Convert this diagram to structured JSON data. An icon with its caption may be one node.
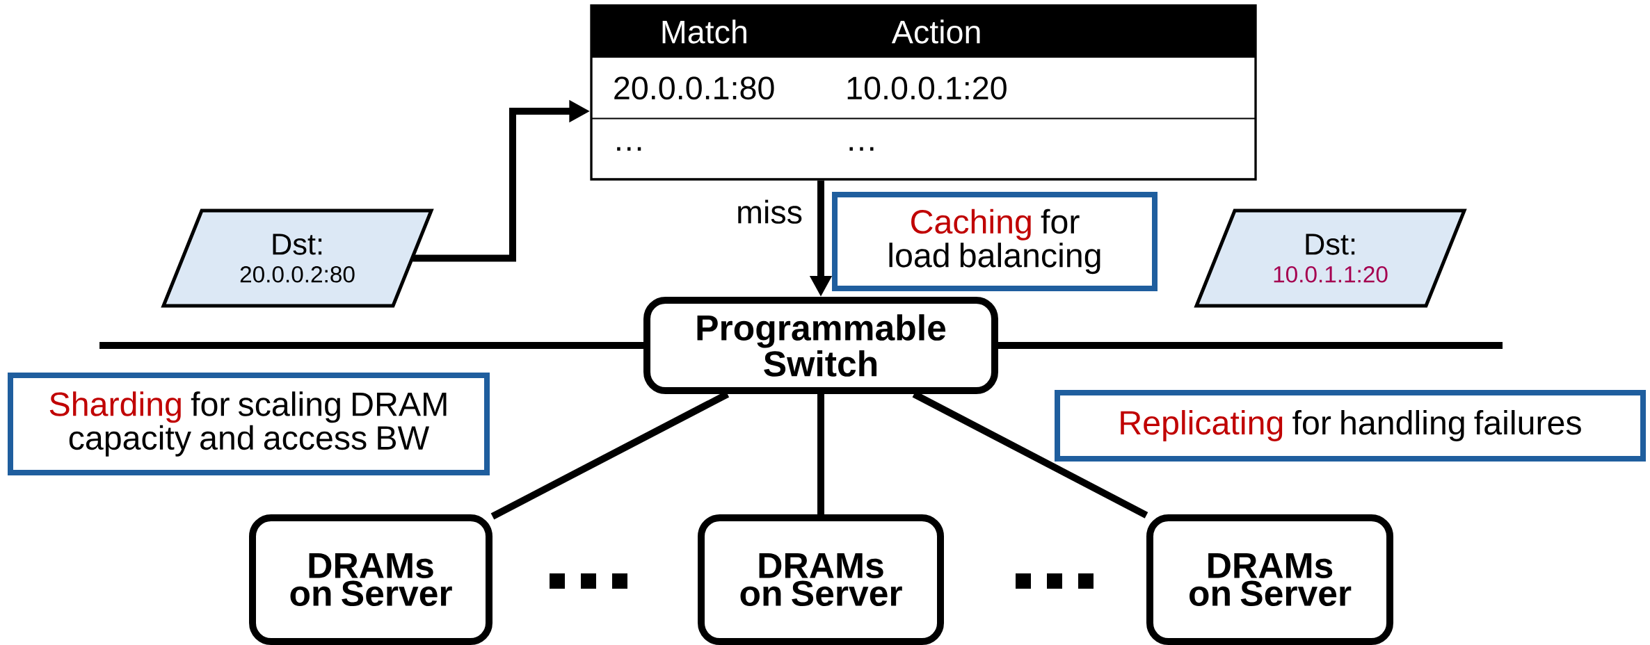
{
  "diagram": {
    "nodes": [
      {
        "text": [
          "Match",
          "Action",
          "20.0.0.1:80",
          "10.0.0.1:20",
          "…",
          "…"
        ]
      },
      {
        "text": [
          "Dst:",
          "20.0.0.2:80"
        ]
      },
      {
        "text": [
          "Dst:",
          "10.0.1.1:20"
        ]
      },
      {
        "text": [
          "Caching",
          "for load balancing"
        ]
      },
      {
        "text": [
          "Programmable Switch"
        ]
      },
      {
        "text": [
          "Sharding",
          "for scaling DRAM capacity and access BW"
        ]
      },
      {
        "text": [
          "Replicating",
          "for handling failures"
        ]
      },
      {
        "text": [
          "DRAMs on Server"
        ]
      },
      {
        "text": [
          "DRAMs on Server"
        ]
      },
      {
        "text": [
          "DRAMs on Server"
        ]
      }
    ],
    "edges": [
      {
        "from": 1,
        "to": 0,
        "arrow": "to"
      },
      {
        "from": 0,
        "to": 4,
        "arrow": "to",
        "label": "miss"
      },
      {
        "from": 4,
        "to": 7,
        "arrow": "none"
      },
      {
        "from": 4,
        "to": 8,
        "arrow": "none"
      },
      {
        "from": 4,
        "to": 9,
        "arrow": "none"
      }
    ]
  }
}
